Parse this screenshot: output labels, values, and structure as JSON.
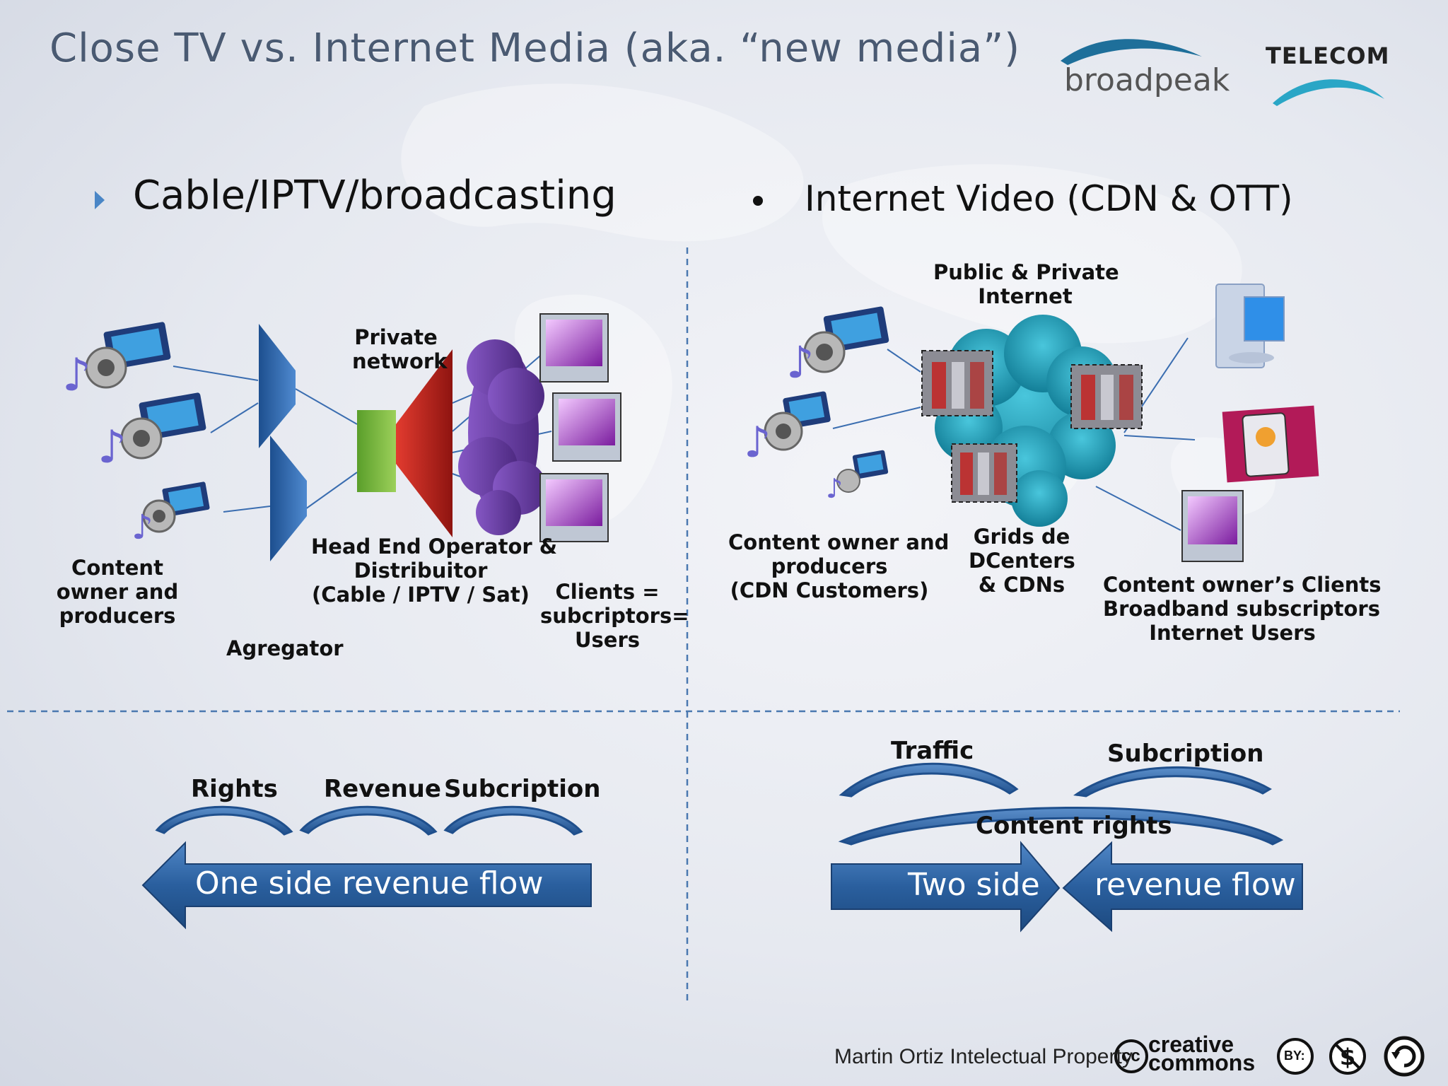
{
  "title": "Close TV   vs. Internet Media (aka. “new media”)",
  "logos": {
    "broadpeak": "broadpeak",
    "telecom": "TELECOM"
  },
  "left": {
    "heading": "Cable/IPTV/broadcasting",
    "private_network": [
      "Private",
      "network"
    ],
    "content_owner": [
      "Content",
      "owner and",
      "producers"
    ],
    "aggregator": "Agregator",
    "head_end": [
      "Head End Operator &",
      "Distribuitor",
      "(Cable / IPTV / Sat)"
    ],
    "clients": [
      "Clients =",
      "subcriptors=",
      "Users"
    ],
    "flows": {
      "rights": "Rights",
      "revenue": "Revenue",
      "subscription": "Subcription"
    },
    "revenue_arrow": "One side revenue flow"
  },
  "right": {
    "heading": "Internet Video (CDN & OTT)",
    "internet": [
      "Public & Private",
      "Internet"
    ],
    "content_owner": [
      "Content owner and",
      "producers",
      "(CDN Customers)"
    ],
    "grids": [
      "Grids de",
      "DCenters",
      "& CDNs"
    ],
    "clients": [
      "Content owner’s Clients",
      "Broadband subscriptors",
      "Internet Users"
    ],
    "flows": {
      "traffic": "Traffic",
      "subscription": "Subcription",
      "content_rights": "Content rights"
    },
    "revenue_arrow_left": "Two side",
    "revenue_arrow_right": "revenue flow"
  },
  "footer": {
    "credit": "Martin Ortiz Intelectual Property",
    "cc_text": [
      "creative",
      "commons"
    ],
    "cc_mark": "cc",
    "by_mark": "BY:"
  },
  "colors": {
    "title": "#4a5a72",
    "arrow_blue": "#2a5f9e",
    "divider": "#4a78b0",
    "cloud_teal": "#1b9bb5",
    "cloud_purple": "#6a3ea1"
  }
}
